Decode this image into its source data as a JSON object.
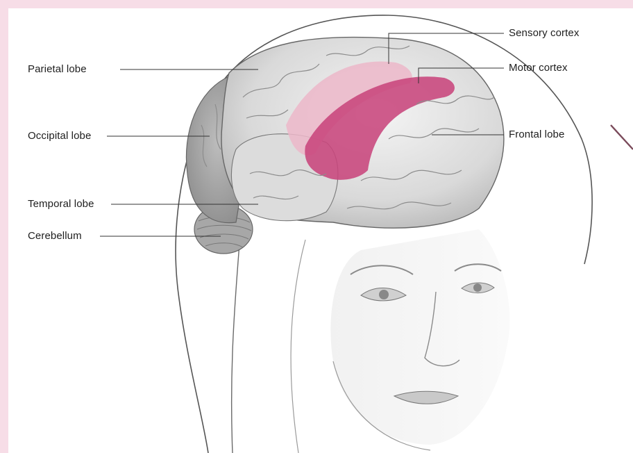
{
  "labels": {
    "parietal": "Parietal lobe",
    "occipital": "Occipital lobe",
    "temporal": "Temporal lobe",
    "cerebellum": "Cerebellum",
    "sensory": "Sensory cortex",
    "motor": "Motor cortex",
    "frontal": "Frontal lobe"
  },
  "colors": {
    "frame_border": "#f7dde7",
    "motor_cortex": "#c8457c",
    "sensory_cortex": "#ecb7c9",
    "brain_fill": "#e3e3e3",
    "line": "#333333"
  }
}
